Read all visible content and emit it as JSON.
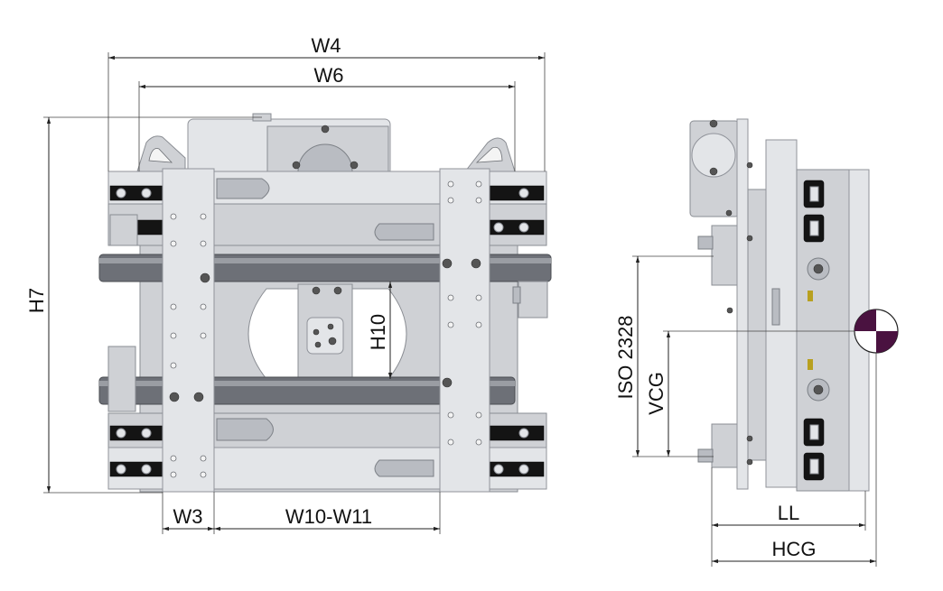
{
  "front_view": {
    "labels": {
      "w4": "W4",
      "w6": "W6",
      "h7": "H7",
      "h10": "H10",
      "w3": "W3",
      "w10_w11": "W10-W11"
    }
  },
  "side_view": {
    "labels": {
      "iso": "ISO 2328",
      "vcg": "VCG",
      "ll": "LL",
      "hcg": "HCG"
    },
    "cg_symbol": {
      "dark_color": "#4a1240",
      "light_color": "#ffffff"
    }
  }
}
